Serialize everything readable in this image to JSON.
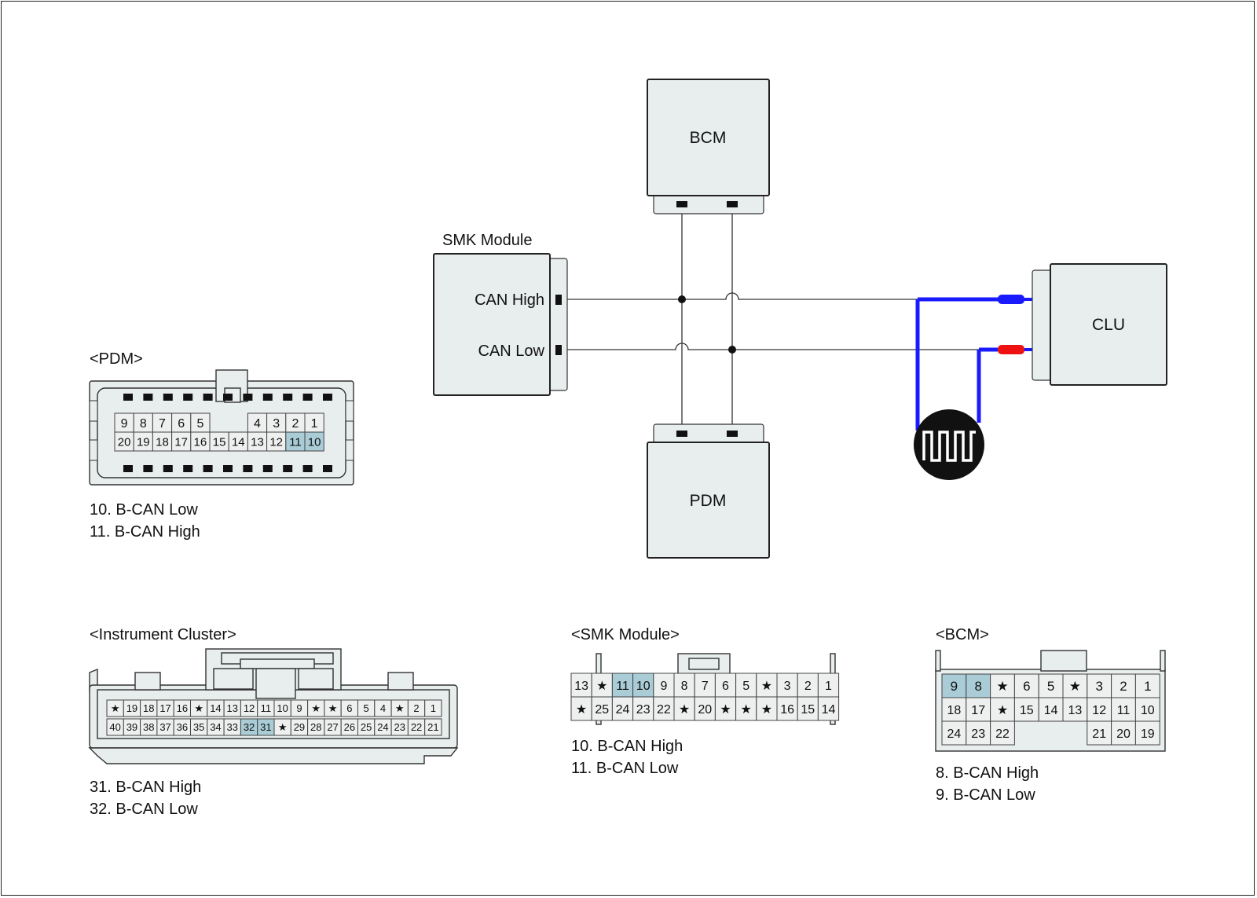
{
  "diagram": {
    "modules": {
      "bcm": "BCM",
      "pdm": "PDM",
      "clu": "CLU",
      "smk": "SMK Module",
      "can_high": "CAN High",
      "can_low": "CAN Low"
    },
    "connectors": {
      "pdm": {
        "title": "<PDM>",
        "row1": [
          "9",
          "8",
          "7",
          "6",
          "5",
          "",
          "",
          "4",
          "3",
          "2",
          "1"
        ],
        "row2": [
          "20",
          "19",
          "18",
          "17",
          "16",
          "15",
          "14",
          "13",
          "12",
          "11",
          "10"
        ],
        "highlight": [
          "11",
          "10"
        ],
        "legend": [
          "10. B-CAN Low",
          "11. B-CAN High"
        ]
      },
      "cluster": {
        "title": "<Instrument Cluster>",
        "row1": [
          "★",
          "19",
          "18",
          "17",
          "16",
          "★",
          "14",
          "13",
          "12",
          "11",
          "10",
          "9",
          "★",
          "★",
          "6",
          "5",
          "4",
          "★",
          "2",
          "1"
        ],
        "row2": [
          "40",
          "39",
          "38",
          "37",
          "36",
          "35",
          "34",
          "33",
          "32",
          "31",
          "★",
          "29",
          "28",
          "27",
          "26",
          "25",
          "24",
          "23",
          "22",
          "21"
        ],
        "highlight": [
          "32",
          "31"
        ],
        "legend": [
          "31. B-CAN High",
          "32. B-CAN Low"
        ]
      },
      "smk": {
        "title": "<SMK Module>",
        "row1": [
          "13",
          "★",
          "11",
          "10",
          "9",
          "8",
          "7",
          "6",
          "5",
          "★",
          "3",
          "2",
          "1"
        ],
        "row2": [
          "★",
          "25",
          "24",
          "23",
          "22",
          "★",
          "20",
          "★",
          "★",
          "★",
          "16",
          "15",
          "14"
        ],
        "highlight": [
          "11",
          "10"
        ],
        "legend": [
          "10. B-CAN High",
          "11. B-CAN Low"
        ]
      },
      "bcm": {
        "title": "<BCM>",
        "row1": [
          "9",
          "8",
          "★",
          "6",
          "5",
          "★",
          "3",
          "2",
          "1"
        ],
        "row2": [
          "18",
          "17",
          "★",
          "15",
          "14",
          "13",
          "12",
          "11",
          "10"
        ],
        "row3": [
          "24",
          "23",
          "22",
          "",
          "",
          "",
          "21",
          "20",
          "19"
        ],
        "highlight": [
          "9",
          "8"
        ],
        "legend": [
          "8. B-CAN High",
          "9. B-CAN Low"
        ]
      }
    },
    "colors": {
      "pin_highlight": "#a9ccd6",
      "probe_high": "#1a1aff",
      "probe_low": "#ee1111",
      "probe_tip": "#1a8f2a"
    }
  }
}
